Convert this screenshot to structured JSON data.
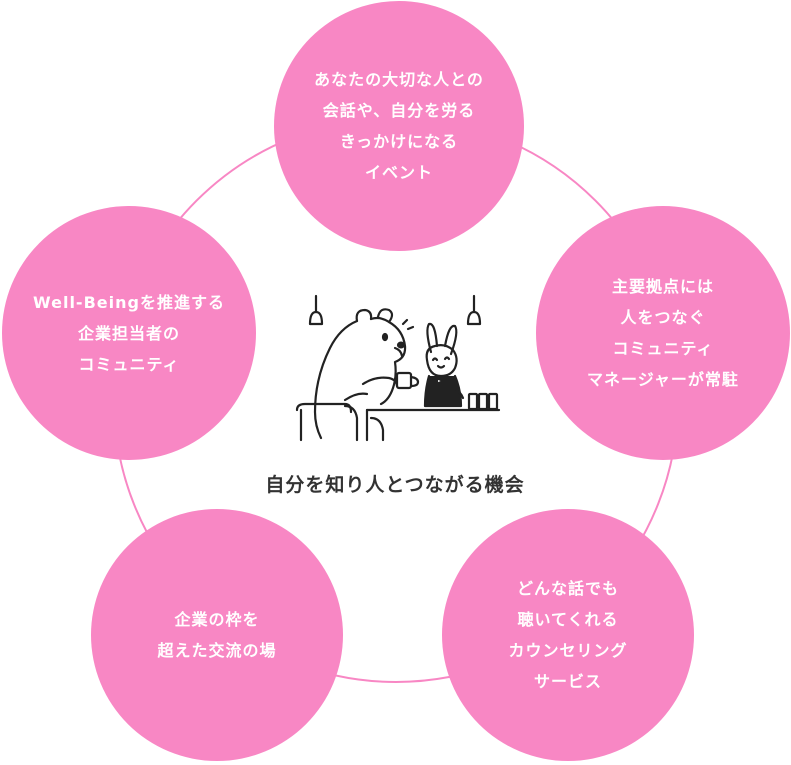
{
  "colors": {
    "node_fill": "#f887c4",
    "ring_stroke": "#f887c4",
    "node_text": "#ffffff",
    "caption_text": "#333333",
    "illustration_stroke": "#222222"
  },
  "center": {
    "caption": "自分を知り人とつながる機会",
    "illustration": "bear-and-rabbit-at-cafe-counter"
  },
  "nodes": {
    "top": {
      "lines": [
        "あなたの大切な人との",
        "会話や、自分を労る",
        "きっかけになる",
        "イベント"
      ]
    },
    "right": {
      "lines": [
        "主要拠点には",
        "人をつなぐ",
        "コミュニティ",
        "マネージャーが常駐"
      ]
    },
    "bottom_right": {
      "lines": [
        "どんな話でも",
        "聴いてくれる",
        "カウンセリング",
        "サービス"
      ]
    },
    "bottom_left": {
      "lines": [
        "企業の枠を",
        "超えた交流の場"
      ]
    },
    "left": {
      "lines": [
        "Well-Beingを推進する",
        "企業担当者の",
        "コミュニティ"
      ]
    }
  }
}
